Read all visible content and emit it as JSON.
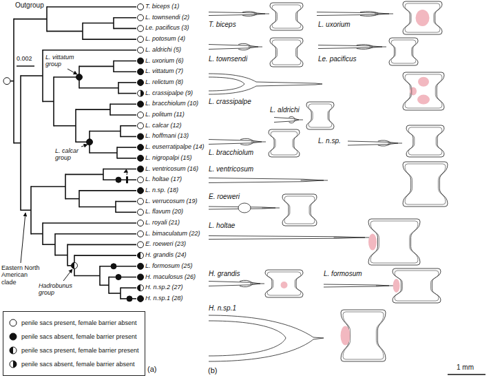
{
  "diagram": {
    "labels": [
      "Outgroup",
      "T. biceps (1)",
      "L. townsendi (2)",
      "Le. pacificus (3)",
      "L. potosum (4)",
      "L. aldrichi (5)",
      "L. uxorium (6)",
      "L. vittatum (7)",
      "L. relictum (8)",
      "L. crassipalpe (9)",
      "L. bracchiolum (10)",
      "L. politum (11)",
      "L. calcar (12)",
      "L. hoffmani (13)",
      "L. euserratipalpe (14)",
      "L. nigropalpi (15)",
      "L. ventricosum (16)",
      "L. holtae (17)",
      "L. n.sp. (18)",
      "L. verrucosum (19)",
      "L. flavum (20)",
      "L. royali (21)",
      "L. bimaculatum (22)",
      "E. roeweri (23)",
      "H. grandis (24)",
      "L. formosum (25)",
      "H. maculosus (26)",
      "H. n.sp.2 (27)",
      "H. n.sp.1 (28)",
      "0.002",
      "L. vittatum group",
      "L. calcar group",
      "Eastern North American clade",
      "Hadrobunus group",
      "(a)",
      "(b)",
      "T. biceps",
      "L. uxorium",
      "L. townsendi",
      "Le. pacificus",
      "L. crassipalpe",
      "L. aldrichi",
      "L. n.sp.",
      "L. bracchiolum",
      "L. ventricosum",
      "E. roeweri",
      "L. holtae",
      "H. grandis",
      "L. formosum",
      "H. n.sp.1",
      "1 mm"
    ],
    "legend": [
      {
        "text": "penile sacs present, female barrier absent"
      },
      {
        "text": "penile sacs absent, female barrier present"
      },
      {
        "text": "penile sacs present, female barrier present"
      },
      {
        "text": "penile sacs absent, female barrier absent"
      }
    ]
  }
}
